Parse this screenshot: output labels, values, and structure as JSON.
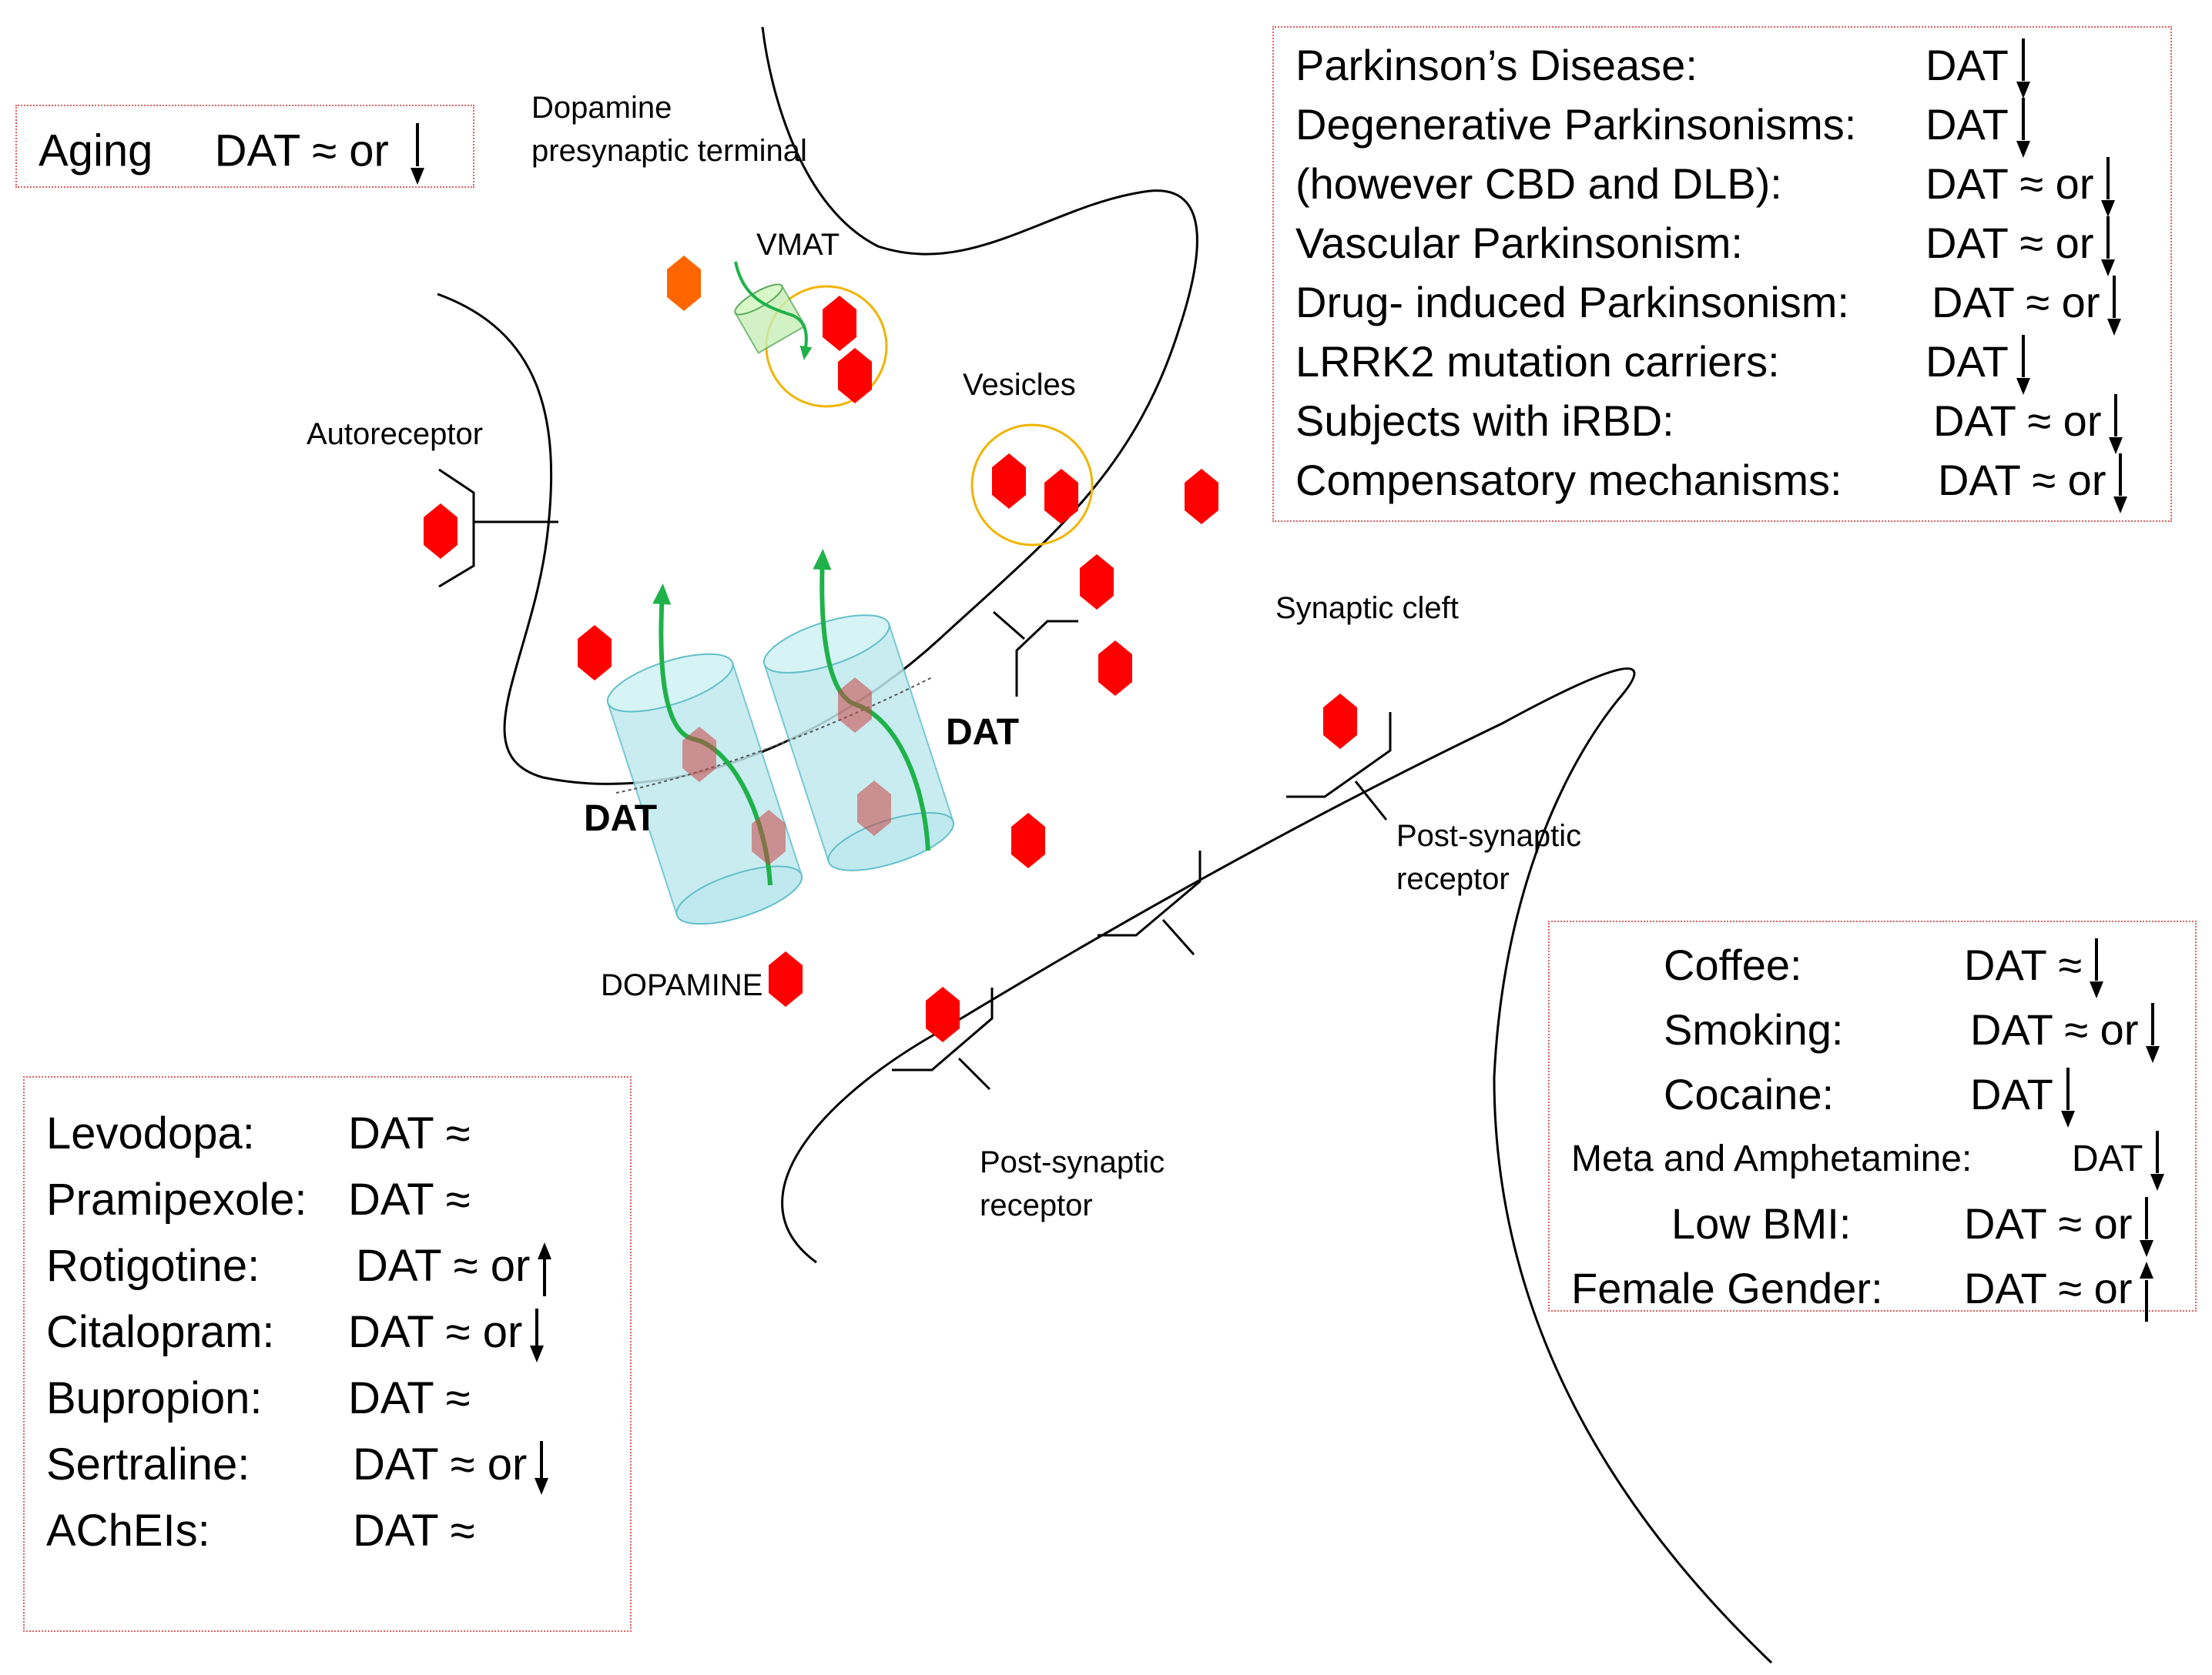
{
  "labels": {
    "terminal": [
      "Dopamine",
      "presynaptic terminal"
    ],
    "vmat": "VMAT",
    "vesicles": "Vesicles",
    "autoreceptor": "Autoreceptor",
    "synaptic_cleft": "Synaptic cleft",
    "dat1": "DAT",
    "dat2": "DAT",
    "dopamine": "DOPAMINE",
    "post_receptor_1": [
      "Post-synaptic",
      "receptor"
    ],
    "post_receptor_2": [
      "Post-synaptic",
      "receptor"
    ]
  },
  "aging_box": {
    "label": "Aging",
    "value": "DAT ≈ or",
    "arrow": "down"
  },
  "disease_box": {
    "rows": [
      {
        "label": "Parkinson’s Disease:",
        "value": "DAT",
        "arrow": "down"
      },
      {
        "label": "Degenerative Parkinsonisms:",
        "value": "DAT",
        "arrow": "down"
      },
      {
        "label": "(however CBD and DLB):",
        "value": "DAT ≈ or",
        "arrow": "down"
      },
      {
        "label": "Vascular Parkinsonism:",
        "value": "DAT ≈ or",
        "arrow": "down"
      },
      {
        "label": "Drug- induced Parkinsonism:",
        "value": "DAT ≈ or",
        "arrow": "down"
      },
      {
        "label": "LRRK2 mutation carriers:",
        "value": "DAT",
        "arrow": "down"
      },
      {
        "label": "Subjects with iRBD:",
        "value": "DAT ≈ or",
        "arrow": "down"
      },
      {
        "label": "Compensatory mechanisms:",
        "value": "DAT ≈ or",
        "arrow": "down"
      }
    ]
  },
  "drug_box": {
    "rows": [
      {
        "label": "Levodopa:",
        "value": "DAT ≈",
        "arrow": ""
      },
      {
        "label": "Pramipexole:",
        "value": "DAT ≈",
        "arrow": ""
      },
      {
        "label": "Rotigotine:",
        "value": "DAT ≈ or",
        "arrow": "up"
      },
      {
        "label": "Citalopram:",
        "value": "DAT ≈ or",
        "arrow": "down"
      },
      {
        "label": "Bupropion:",
        "value": "DAT ≈",
        "arrow": ""
      },
      {
        "label": "Sertraline:",
        "value": "DAT ≈ or",
        "arrow": "down"
      },
      {
        "label": "AChEIs:",
        "value": "DAT ≈",
        "arrow": ""
      }
    ]
  },
  "lifestyle_box": {
    "rows": [
      {
        "label": "Coffee:",
        "value": "DAT ≈",
        "arrow": "down"
      },
      {
        "label": "Smoking:",
        "value": "DAT ≈ or",
        "arrow": "down"
      },
      {
        "label": "Cocaine:",
        "value": "DAT",
        "arrow": "down"
      },
      {
        "label": "Meta and Amphetamine:",
        "value": "DAT",
        "arrow": "down"
      },
      {
        "label": "Low BMI:",
        "value": "DAT ≈ or",
        "arrow": "down"
      },
      {
        "label": "Female Gender:",
        "value": "DAT ≈ or",
        "arrow": "up"
      }
    ]
  },
  "colors": {
    "dopamine": "#ff0000",
    "vesicle": "#f0b400",
    "transporter_fill": "#bfe9ee",
    "transporter_stroke": "#62bfc9",
    "flow_arrow": "#1fb24a",
    "vmat_molecule": "#ff6600",
    "box_border": "#e06060"
  }
}
